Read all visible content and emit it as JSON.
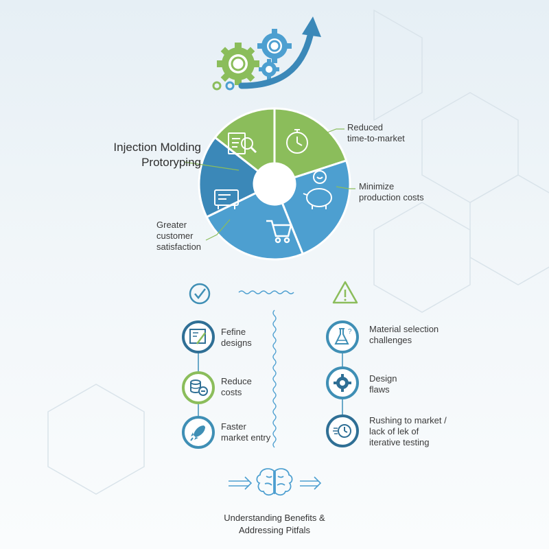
{
  "diagram": {
    "title": "Injection Molding\nProtoryping",
    "segments": [
      {
        "label": "Reduced\ntime-to-market",
        "icon": "stopwatch-icon",
        "color": "#8bbd5b"
      },
      {
        "label": "Minimize\nproduction costs",
        "icon": "piggy-bank-icon",
        "color": "#4d9fd0"
      },
      {
        "label": "",
        "icon": "shopping-cart-icon",
        "color": "#4d9fd0"
      },
      {
        "label": "Greater\ncustomer\nsatisfaction",
        "icon": "machine-icon",
        "color": "#3b88b8"
      },
      {
        "label": "",
        "icon": "document-search-icon",
        "color": "#8bbd5b"
      }
    ]
  },
  "benefits": {
    "header_icon": "checkmark-icon",
    "items": [
      {
        "label": "Fefine\ndesigns",
        "icon": "blueprint-tools-icon"
      },
      {
        "label": "Reduce\ncosts",
        "icon": "coins-minus-icon"
      },
      {
        "label": "Faster\nmarket entry",
        "icon": "rocket-icon"
      }
    ]
  },
  "pitfalls": {
    "header_icon": "warning-icon",
    "items": [
      {
        "label": "Material selection\nchallenges",
        "icon": "flask-question-icon"
      },
      {
        "label": "Design\nflaws",
        "icon": "gear-icon"
      },
      {
        "label": "Rushing to market /\nlack of lek of\niterative testing",
        "icon": "fast-clock-icon"
      }
    ]
  },
  "footer": {
    "caption": "Understanding Benefits &\nAddressing Pitfals",
    "icon": "brain-icon"
  },
  "colors": {
    "green": "#8bbd5b",
    "blue": "#4d9fd0",
    "dark_blue": "#2f6f95",
    "teal": "#3f8fb5"
  }
}
